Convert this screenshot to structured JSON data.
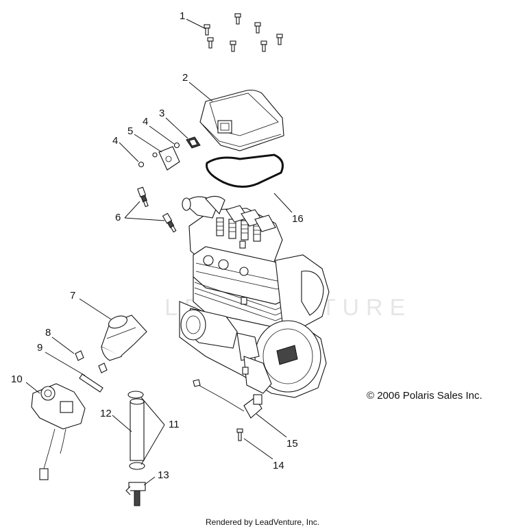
{
  "diagram": {
    "callouts": [
      "1",
      "2",
      "3",
      "4",
      "4",
      "5",
      "6",
      "7",
      "8",
      "9",
      "10",
      "11",
      "12",
      "13",
      "14",
      "15",
      "16"
    ],
    "copyright": "© 2006 Polaris Sales Inc.",
    "watermark": "LEADVENTURE",
    "footer": "Rendered by LeadVenture, Inc."
  }
}
